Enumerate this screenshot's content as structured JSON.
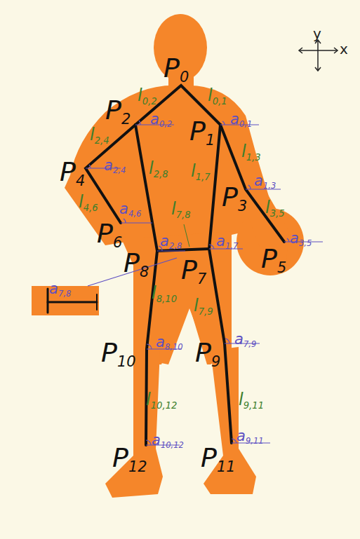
{
  "diagram": {
    "labels": [
      "y",
      "x",
      "P0",
      "l0,2",
      "l0,1",
      "P2",
      "a0,2",
      "P1",
      "a0,1",
      "l2,4",
      "P4",
      "a2,4",
      "l2,8",
      "l1,7",
      "l1,3",
      "P3",
      "a1,3",
      "l3,5",
      "l4,6",
      "a4,6",
      "l7,8",
      "P6",
      "a2,8",
      "a1,7",
      "a3,5",
      "P5",
      "P8",
      "P7",
      "a7,8",
      "l8,10",
      "l7,9",
      "a8,10",
      "P10",
      "a7,9",
      "P9",
      "l10,12",
      "l9,11",
      "a10,12",
      "a9,11",
      "P12",
      "P11"
    ]
  }
}
